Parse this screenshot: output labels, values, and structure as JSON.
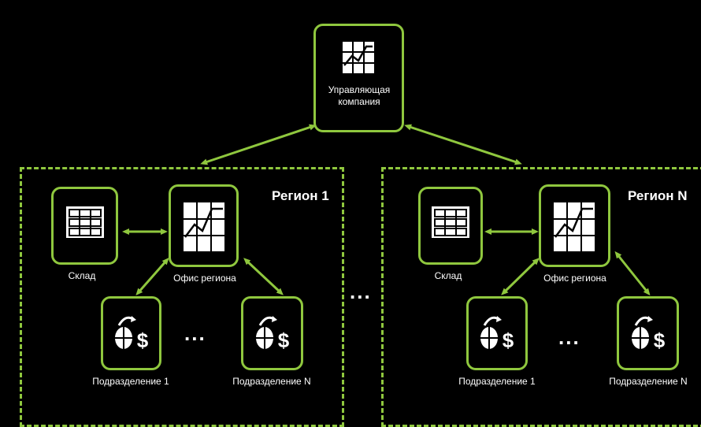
{
  "hq": {
    "label_line1": "Управляющая",
    "label_line2": "компания"
  },
  "ellipsis_between_regions": "...",
  "regions": [
    {
      "title": "Регион 1",
      "warehouse_label": "Склад",
      "office_label": "Офис региона",
      "division_first_label": "Подразделение 1",
      "division_last_label": "Подразделение N",
      "divisions_ellipsis": "..."
    },
    {
      "title": "Регион N",
      "warehouse_label": "Склад",
      "office_label": "Офис региона",
      "division_first_label": "Подразделение 1",
      "division_last_label": "Подразделение N",
      "divisions_ellipsis": "..."
    }
  ],
  "colors": {
    "accent": "#8fc73e",
    "background": "#000000",
    "text": "#ffffff"
  },
  "icons": {
    "hq": "chart-grid-icon",
    "office": "chart-grid-icon",
    "warehouse": "table-icon",
    "division": "piggy-bank-dollar-icon"
  }
}
